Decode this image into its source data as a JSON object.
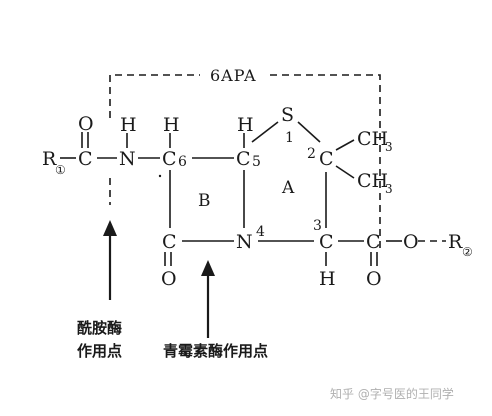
{
  "bracket_title": "6APA",
  "atoms": {
    "r1": "R",
    "r1_sub": "①",
    "o_top": "O",
    "c_acyl": "C",
    "h_nh": "H",
    "n_amide": "N",
    "h_c6": "H",
    "c6": "C",
    "c6_num": "6",
    "h_c5": "H",
    "c5": "C",
    "c5_num": "5",
    "s": "S",
    "s_num": "1",
    "c2_num": "2",
    "c2": "C",
    "ch3_a": "CH",
    "ch3_a_sub": "3",
    "ch3_b": "CH",
    "ch3_b_sub": "3",
    "c_lactam": "C",
    "o_lactam": "O",
    "n4": "N",
    "n4_num": "4",
    "c3_num": "3",
    "c3": "C",
    "h_c3": "H",
    "c_carboxyl": "C",
    "o_carboxyl": "O",
    "o_ester": "O",
    "r2": "R",
    "r2_sub": "②"
  },
  "rings": {
    "b": "B",
    "a": "A"
  },
  "annotations": {
    "amidase_line1": "酰胺酶",
    "amidase_line2": "作用点",
    "penicillinase": "青霉素酶作用点"
  },
  "watermark": "知乎 @字号医的王同学"
}
